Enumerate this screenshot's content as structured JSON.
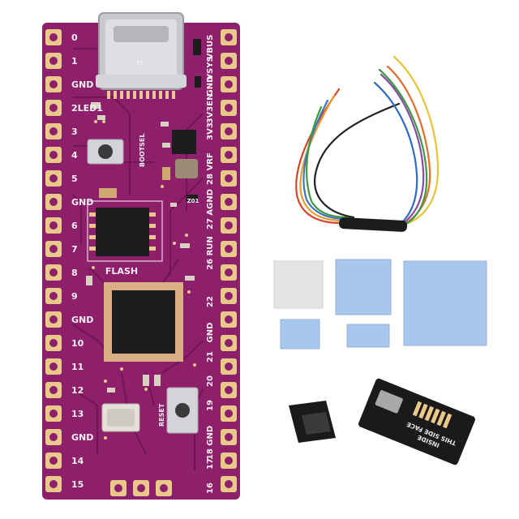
{
  "colors": {
    "pcb": "#8e1f6b",
    "pcb_dark": "#6e1452",
    "pad_gold": "#e9c98a",
    "chip": "#1d1d1f",
    "thermal_blue": "#a9c6ec",
    "thermal_grey": "#e4e4e4",
    "adapter_black": "#1a1a1a"
  },
  "board": {
    "left_pins": [
      "0",
      "1",
      "GND",
      "2LED1",
      "3",
      "4",
      "5",
      "GND",
      "6",
      "7",
      "8",
      "9",
      "GND",
      "10",
      "11",
      "12",
      "13",
      "GND",
      "14",
      "15"
    ],
    "right_pins": [
      "VBUS",
      "VSYS",
      "GND",
      "3V3EN",
      "3V3",
      "28 VRF",
      "27 AGND",
      "26 RUN",
      "22",
      "GND",
      "21",
      "20",
      "19",
      "18 GND",
      "17",
      "16"
    ],
    "bootsel_label": "BOOTSEL",
    "flash_label": "FLASH",
    "reset_label": "RESET",
    "chip_label": "Z01",
    "usb_label": "TI"
  },
  "sd_adapter": {
    "line1": "THIS SIDE FACE",
    "line2": "INSIDE"
  }
}
